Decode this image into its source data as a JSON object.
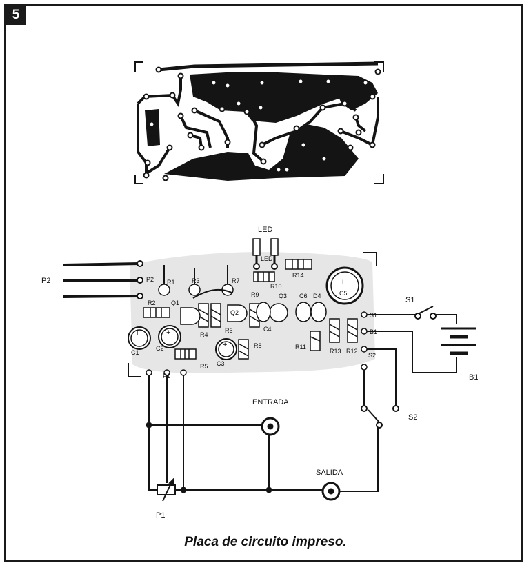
{
  "figure": {
    "number": "5",
    "caption": "Placa de circuito impreso."
  },
  "labels": {
    "led_top": "LED",
    "led_board": "LED",
    "p2_left": "P2",
    "p2_board": "P2",
    "r1": "R1",
    "r2": "R2",
    "r3": "R3",
    "r4": "R4",
    "r5": "R5",
    "r6": "R6",
    "r7": "R7",
    "r8": "R8",
    "r9": "R9",
    "r10": "R10",
    "r11": "R11",
    "r12": "R12",
    "r13": "R13",
    "r14": "R14",
    "q1": "Q1",
    "q2": "Q2",
    "q3": "Q3",
    "c1": "C1",
    "c2": "C2",
    "c3": "C3",
    "c4": "C4",
    "c5": "C5",
    "c6": "C6",
    "d4": "D4",
    "s1_pad": "S1",
    "b1_pad": "B1",
    "s2_pad": "S2",
    "p1_pad": "P1",
    "s1_switch": "S1",
    "b1_battery": "B1",
    "s2_switch": "S2",
    "entrada": "ENTRADA",
    "salida": "SALIDA",
    "p1_pot": "P1"
  }
}
